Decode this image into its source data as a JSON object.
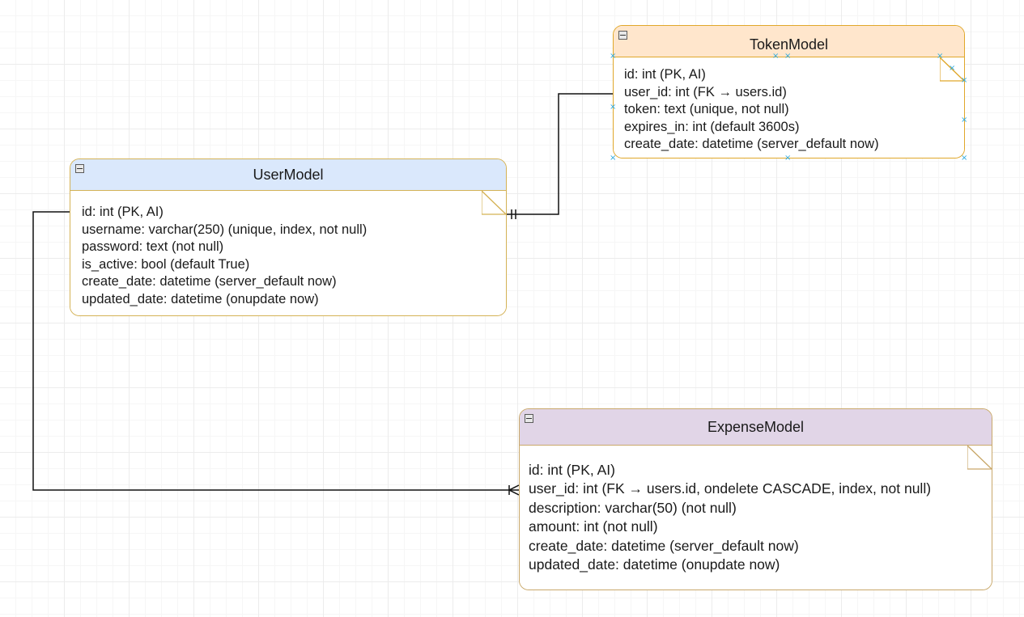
{
  "entities": {
    "user": {
      "title": "UserModel",
      "fields": [
        "id: int (PK, AI)",
        "username: varchar(250) (unique, index, not null)",
        "password: text (not null)",
        "is_active: bool (default True)",
        "create_date: datetime (server_default now)",
        "updated_date: datetime (onupdate now)"
      ],
      "header_color": "#dae8fc"
    },
    "token": {
      "title": "TokenModel",
      "fields": [
        "id: int (PK, AI)",
        "user_id: int (FK → users.id)",
        "token: text (unique, not null)",
        "expires_in: int (default 3600s)",
        "create_date: datetime (server_default now)"
      ],
      "header_color": "#ffe6cc"
    },
    "expense": {
      "title": "ExpenseModel",
      "fields": [
        "id: int (PK, AI)",
        "user_id: int (FK → users.id, ondelete CASCADE, index, not null)",
        "description: varchar(50) (not null)",
        "amount: int (not null)",
        "create_date: datetime (server_default now)",
        "updated_date: datetime (onupdate now)"
      ],
      "header_color": "#e1d5e7"
    }
  },
  "relations": [
    {
      "from": "user",
      "to": "token",
      "cardinality": "one-mandatory"
    },
    {
      "from": "user",
      "to": "expense",
      "cardinality": "one-to-many"
    }
  ],
  "icons": {
    "collapse": "minus-square-icon",
    "note": "folded-corner-icon",
    "handle": "selection-handle-icon"
  }
}
